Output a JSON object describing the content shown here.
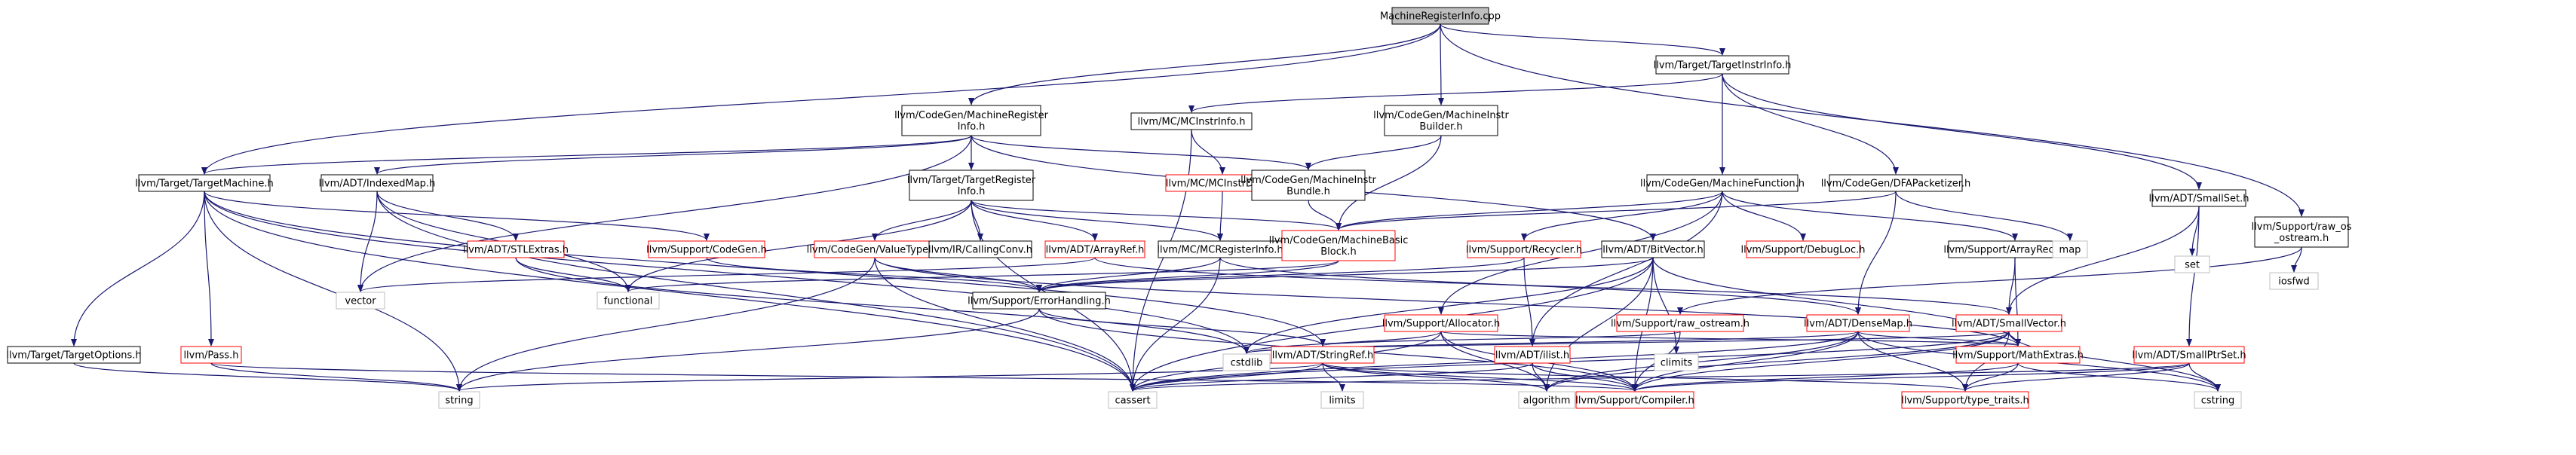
{
  "graph": {
    "type": "include-dependency-graph",
    "colors": {
      "edge": "#191970",
      "root_fill": "#bfbfbf",
      "node_fill": "#ffffff",
      "node_border_documented": "#000000",
      "node_border_undocumented": "#ff0000",
      "node_border_external": "#bfbfbf",
      "external_text": "#404040"
    },
    "nodes": [
      {
        "id": "root",
        "lines": [
          "MachineRegisterInfo.cpp"
        ],
        "kind": "root"
      },
      {
        "id": "tgtinstrinfo",
        "lines": [
          "llvm/Target/TargetInstrInfo.h"
        ],
        "kind": "doc"
      },
      {
        "id": "mri_h",
        "lines": [
          "llvm/CodeGen/MachineRegister",
          "Info.h"
        ],
        "kind": "doc"
      },
      {
        "id": "mcinstrinfo",
        "lines": [
          "llvm/MC/MCInstrInfo.h"
        ],
        "kind": "doc"
      },
      {
        "id": "mib",
        "lines": [
          "llvm/CodeGen/MachineInstr",
          "Builder.h"
        ],
        "kind": "doc"
      },
      {
        "id": "rawos",
        "lines": [
          "llvm/Support/raw_os",
          "_ostream.h"
        ],
        "kind": "doc"
      },
      {
        "id": "tm",
        "lines": [
          "llvm/Target/TargetMachine.h"
        ],
        "kind": "doc"
      },
      {
        "id": "indexedmap",
        "lines": [
          "llvm/ADT/IndexedMap.h"
        ],
        "kind": "doc"
      },
      {
        "id": "tri",
        "lines": [
          "llvm/Target/TargetRegister",
          "Info.h"
        ],
        "kind": "doc"
      },
      {
        "id": "mcinstrdesc",
        "lines": [
          "llvm/MC/MCInstrDesc.h"
        ],
        "kind": "red"
      },
      {
        "id": "mibundle",
        "lines": [
          "llvm/CodeGen/MachineInstr",
          "Bundle.h"
        ],
        "kind": "doc"
      },
      {
        "id": "mf",
        "lines": [
          "llvm/CodeGen/MachineFunction.h"
        ],
        "kind": "doc"
      },
      {
        "id": "dfa",
        "lines": [
          "llvm/CodeGen/DFAPacketizer.h"
        ],
        "kind": "doc"
      },
      {
        "id": "smallset",
        "lines": [
          "llvm/ADT/SmallSet.h"
        ],
        "kind": "doc"
      },
      {
        "id": "stlextras",
        "lines": [
          "llvm/ADT/STLExtras.h"
        ],
        "kind": "red"
      },
      {
        "id": "codegen",
        "lines": [
          "llvm/Support/CodeGen.h"
        ],
        "kind": "red"
      },
      {
        "id": "valuetypes",
        "lines": [
          "llvm/CodeGen/ValueTypes.h"
        ],
        "kind": "red"
      },
      {
        "id": "callingconv",
        "lines": [
          "llvm/IR/CallingConv.h"
        ],
        "kind": "doc"
      },
      {
        "id": "arrayref",
        "lines": [
          "llvm/ADT/ArrayRef.h"
        ],
        "kind": "red"
      },
      {
        "id": "mcreginfo",
        "lines": [
          "llvm/MC/MCRegisterInfo.h"
        ],
        "kind": "doc"
      },
      {
        "id": "mbb",
        "lines": [
          "llvm/CodeGen/MachineBasic",
          "Block.h"
        ],
        "kind": "red"
      },
      {
        "id": "recycler",
        "lines": [
          "llvm/Support/Recycler.h"
        ],
        "kind": "red"
      },
      {
        "id": "bitvector",
        "lines": [
          "llvm/ADT/BitVector.h"
        ],
        "kind": "doc"
      },
      {
        "id": "debugloc",
        "lines": [
          "llvm/Support/DebugLoc.h"
        ],
        "kind": "red"
      },
      {
        "id": "arrayrecycler",
        "lines": [
          "llvm/Support/ArrayRecycler.h"
        ],
        "kind": "doc"
      },
      {
        "id": "map",
        "lines": [
          "map"
        ],
        "kind": "ext"
      },
      {
        "id": "set",
        "lines": [
          "set"
        ],
        "kind": "ext"
      },
      {
        "id": "iosfwd",
        "lines": [
          "iosfwd"
        ],
        "kind": "ext"
      },
      {
        "id": "tgtoptions",
        "lines": [
          "llvm/Target/TargetOptions.h"
        ],
        "kind": "doc"
      },
      {
        "id": "pass",
        "lines": [
          "llvm/Pass.h"
        ],
        "kind": "red"
      },
      {
        "id": "vector",
        "lines": [
          "vector"
        ],
        "kind": "ext"
      },
      {
        "id": "functional",
        "lines": [
          "functional"
        ],
        "kind": "ext"
      },
      {
        "id": "errhandling",
        "lines": [
          "llvm/Support/ErrorHandling.h"
        ],
        "kind": "doc"
      },
      {
        "id": "allocator",
        "lines": [
          "llvm/Support/Allocator.h"
        ],
        "kind": "red"
      },
      {
        "id": "rawostream",
        "lines": [
          "llvm/Support/raw_ostream.h"
        ],
        "kind": "red"
      },
      {
        "id": "densemap",
        "lines": [
          "llvm/ADT/DenseMap.h"
        ],
        "kind": "red"
      },
      {
        "id": "smallvector",
        "lines": [
          "llvm/ADT/SmallVector.h"
        ],
        "kind": "red"
      },
      {
        "id": "smallptrset",
        "lines": [
          "llvm/ADT/SmallPtrSet.h"
        ],
        "kind": "red"
      },
      {
        "id": "cstdlib",
        "lines": [
          "cstdlib"
        ],
        "kind": "ext"
      },
      {
        "id": "stringref",
        "lines": [
          "llvm/ADT/StringRef.h"
        ],
        "kind": "red"
      },
      {
        "id": "ilist",
        "lines": [
          "llvm/ADT/ilist.h"
        ],
        "kind": "red"
      },
      {
        "id": "climits",
        "lines": [
          "climits"
        ],
        "kind": "ext"
      },
      {
        "id": "mathextras",
        "lines": [
          "llvm/Support/MathExtras.h"
        ],
        "kind": "red"
      },
      {
        "id": "string",
        "lines": [
          "string"
        ],
        "kind": "ext"
      },
      {
        "id": "cassert",
        "lines": [
          "cassert"
        ],
        "kind": "ext"
      },
      {
        "id": "limits",
        "lines": [
          "limits"
        ],
        "kind": "ext"
      },
      {
        "id": "algorithm",
        "lines": [
          "algorithm"
        ],
        "kind": "ext"
      },
      {
        "id": "compiler",
        "lines": [
          "llvm/Support/Compiler.h"
        ],
        "kind": "red"
      },
      {
        "id": "typetraits",
        "lines": [
          "llvm/Support/type_traits.h"
        ],
        "kind": "red"
      },
      {
        "id": "cstring",
        "lines": [
          "cstring"
        ],
        "kind": "ext"
      }
    ],
    "edges": [
      [
        "root",
        "tgtinstrinfo"
      ],
      [
        "root",
        "mri_h"
      ],
      [
        "root",
        "mib"
      ],
      [
        "root",
        "rawos"
      ],
      [
        "root",
        "tm"
      ],
      [
        "tgtinstrinfo",
        "mcinstrinfo"
      ],
      [
        "tgtinstrinfo",
        "mf"
      ],
      [
        "tgtinstrinfo",
        "dfa"
      ],
      [
        "tgtinstrinfo",
        "smallset"
      ],
      [
        "mri_h",
        "tm"
      ],
      [
        "mri_h",
        "indexedmap"
      ],
      [
        "mri_h",
        "tri"
      ],
      [
        "mri_h",
        "mibundle"
      ],
      [
        "mri_h",
        "bitvector"
      ],
      [
        "mri_h",
        "vector"
      ],
      [
        "mcinstrinfo",
        "mcinstrdesc"
      ],
      [
        "mcinstrinfo",
        "cassert"
      ],
      [
        "mib",
        "mibundle"
      ],
      [
        "mib",
        "mbb"
      ],
      [
        "rawos",
        "rawostream"
      ],
      [
        "rawos",
        "iosfwd"
      ],
      [
        "tm",
        "tgtoptions"
      ],
      [
        "tm",
        "pass"
      ],
      [
        "tm",
        "codegen"
      ],
      [
        "tm",
        "string"
      ],
      [
        "tm",
        "cassert"
      ],
      [
        "tm",
        "stringref"
      ],
      [
        "tm",
        "cstdlib"
      ],
      [
        "indexedmap",
        "stlextras"
      ],
      [
        "indexedmap",
        "vector"
      ],
      [
        "indexedmap",
        "cassert"
      ],
      [
        "indexedmap",
        "functional"
      ],
      [
        "tri",
        "valuetypes"
      ],
      [
        "tri",
        "callingconv"
      ],
      [
        "tri",
        "arrayref"
      ],
      [
        "tri",
        "mcreginfo"
      ],
      [
        "tri",
        "mbb"
      ],
      [
        "tri",
        "functional"
      ],
      [
        "tri",
        "cassert"
      ],
      [
        "mcinstrdesc",
        "mcreginfo"
      ],
      [
        "mibundle",
        "mbb"
      ],
      [
        "mf",
        "mbb"
      ],
      [
        "mf",
        "recycler"
      ],
      [
        "mf",
        "debugloc"
      ],
      [
        "mf",
        "arrayrecycler"
      ],
      [
        "mf",
        "allocator"
      ],
      [
        "mf",
        "ilist"
      ],
      [
        "dfa",
        "mbb"
      ],
      [
        "dfa",
        "map"
      ],
      [
        "dfa",
        "densemap"
      ],
      [
        "smallset",
        "set"
      ],
      [
        "smallset",
        "smallptrset"
      ],
      [
        "smallset",
        "smallvector"
      ],
      [
        "stlextras",
        "functional"
      ],
      [
        "stlextras",
        "cstdlib"
      ],
      [
        "codegen",
        "errhandling"
      ],
      [
        "valuetypes",
        "errhandling"
      ],
      [
        "valuetypes",
        "cassert"
      ],
      [
        "valuetypes",
        "string"
      ],
      [
        "valuetypes",
        "mathextras"
      ],
      [
        "arrayref",
        "vector"
      ],
      [
        "arrayref",
        "smallvector"
      ],
      [
        "mcreginfo",
        "errhandling"
      ],
      [
        "mcreginfo",
        "cassert"
      ],
      [
        "mcreginfo",
        "densemap"
      ],
      [
        "mbb",
        "functional"
      ],
      [
        "mbb",
        "errhandling"
      ],
      [
        "recycler",
        "ilist"
      ],
      [
        "recycler",
        "errhandling"
      ],
      [
        "bitvector",
        "errhandling"
      ],
      [
        "bitvector",
        "cassert"
      ],
      [
        "bitvector",
        "climits"
      ],
      [
        "bitvector",
        "cstdlib"
      ],
      [
        "bitvector",
        "algorithm"
      ],
      [
        "bitvector",
        "compiler"
      ],
      [
        "bitvector",
        "mathextras"
      ],
      [
        "arrayrecycler",
        "smallvector"
      ],
      [
        "arrayrecycler",
        "mathextras"
      ],
      [
        "errhandling",
        "compiler"
      ],
      [
        "errhandling",
        "stringref"
      ],
      [
        "errhandling",
        "string"
      ],
      [
        "allocator",
        "cstdlib"
      ],
      [
        "allocator",
        "algorithm"
      ],
      [
        "allocator",
        "cassert"
      ],
      [
        "allocator",
        "compiler"
      ],
      [
        "allocator",
        "mathextras"
      ],
      [
        "rawostream",
        "compiler"
      ],
      [
        "rawostream",
        "stringref"
      ],
      [
        "densemap",
        "mathextras"
      ],
      [
        "densemap",
        "typetraits"
      ],
      [
        "densemap",
        "algorithm"
      ],
      [
        "densemap",
        "cassert"
      ],
      [
        "densemap",
        "compiler"
      ],
      [
        "densemap",
        "cstring"
      ],
      [
        "densemap",
        "cstdlib"
      ],
      [
        "smallvector",
        "typetraits"
      ],
      [
        "smallvector",
        "algorithm"
      ],
      [
        "smallvector",
        "cassert"
      ],
      [
        "smallvector",
        "compiler"
      ],
      [
        "smallvector",
        "cstring"
      ],
      [
        "smallvector",
        "cstdlib"
      ],
      [
        "smallvector",
        "mathextras"
      ],
      [
        "smallptrset",
        "cassert"
      ],
      [
        "smallptrset",
        "cstring"
      ],
      [
        "smallptrset",
        "compiler"
      ],
      [
        "smallptrset",
        "typetraits"
      ],
      [
        "stringref",
        "string"
      ],
      [
        "stringref",
        "cassert"
      ],
      [
        "stringref",
        "limits"
      ],
      [
        "stringref",
        "algorithm"
      ],
      [
        "stringref",
        "typetraits"
      ],
      [
        "stringref",
        "compiler"
      ],
      [
        "ilist",
        "algorithm"
      ],
      [
        "ilist",
        "cassert"
      ],
      [
        "ilist",
        "compiler"
      ],
      [
        "mathextras",
        "compiler"
      ],
      [
        "mathextras",
        "typetraits"
      ],
      [
        "mathextras",
        "cstring"
      ],
      [
        "pass",
        "string"
      ],
      [
        "pass",
        "compiler"
      ],
      [
        "tgtoptions",
        "string"
      ]
    ]
  }
}
